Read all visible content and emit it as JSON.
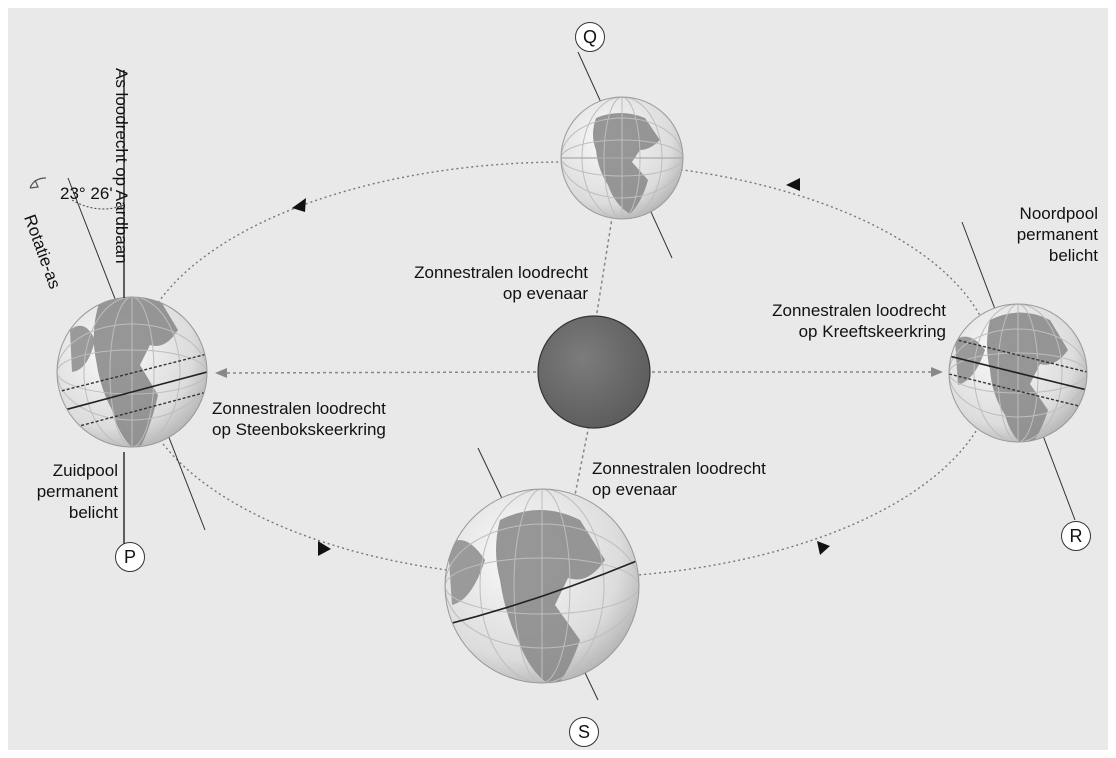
{
  "positions": {
    "P": "P",
    "Q": "Q",
    "R": "R",
    "S": "S"
  },
  "labels": {
    "axis_perpendicular": "As loodrecht op Aardbaan",
    "rotation_axis": "Rotatie-as",
    "tilt_angle": "23° 26'",
    "rays_equator_top": "Zonnestralen loodrecht\nop evenaar",
    "rays_equator_bottom": "Zonnestralen loodrecht\nop evenaar",
    "rays_cancer": "Zonnestralen loodrecht\nop Kreeftskeerkring",
    "rays_capricorn": "Zonnestralen loodrecht\nop Steenbokskeerkring",
    "north_pole": "Noordpool\npermanent\nbelicht",
    "south_pole": "Zuidpool\npermanent\nbelicht"
  },
  "colors": {
    "background": "#e9e9e9",
    "sun": "#6e6e6e",
    "land": "#8c8c8c",
    "ocean": "#f2f2f2",
    "orbit": "#777777"
  }
}
